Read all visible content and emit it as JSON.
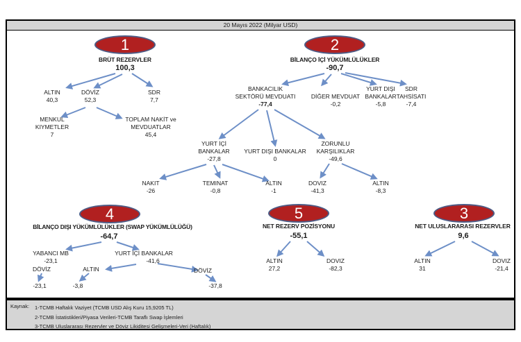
{
  "title_bar": "20 Mayıs 2022 (Milyar USD)",
  "colors": {
    "oval_fill": "#b12020",
    "oval_border": "#4d5c86",
    "arrow": "#6d8fc7",
    "panel_bg": "#d5d5d5",
    "text": "#1b1b1b"
  },
  "sections": [
    {
      "number": "1",
      "title": "BRÜT REZERVLER",
      "value": "100,3",
      "nodes": [
        {
          "label": "ALTIN",
          "value": "40,3"
        },
        {
          "label": "DÖVİZ",
          "value": "52,3"
        },
        {
          "label": "SDR",
          "value": "7,7"
        },
        {
          "label": "MENKUL\nKIYMETLER",
          "value": "7"
        },
        {
          "label": "TOPLAM NAKİT ve\nMEVDUATLAR",
          "value": "45,4"
        }
      ]
    },
    {
      "number": "2",
      "title": "BİLANÇO İÇİ YÜKÜMLÜLÜKLER",
      "value": "-90,7",
      "nodes": [
        {
          "label": "BANKACILIK\nSEKTÖRÜ MEVDUATI",
          "value": "-77,4"
        },
        {
          "label": "DİĞER MEVDUAT",
          "value": "-0,2"
        },
        {
          "label": "YURT DIŞI\nBANKALAR",
          "value": "-5,8"
        },
        {
          "label": "SDR\nTAHSİSATI",
          "value": "-7,4"
        },
        {
          "label": "YURT İÇİ\nBANKALAR",
          "value": "-27,8"
        },
        {
          "label": "YURT DIŞI BANKALAR",
          "value": "0"
        },
        {
          "label": "ZORUNLU\nKARŞILIKLAR",
          "value": "-49,6"
        },
        {
          "label": "NAKIT",
          "value": "-26"
        },
        {
          "label": "TEMINAT",
          "value": "-0,8"
        },
        {
          "label": "ALTIN",
          "value": "-1"
        },
        {
          "label": "DOVIZ",
          "value": "-41,3"
        },
        {
          "label": "ALTIN",
          "value": "-8,3"
        }
      ]
    },
    {
      "number": "4",
      "title": "BİLANÇO DIŞI YÜKÜMLÜLÜKLER (SWAP YÜKÜMLÜLÜĞÜ)",
      "value": "-64,7",
      "nodes": [
        {
          "label": "YABANCI MB",
          "value": "-23,1"
        },
        {
          "label": "YURT İÇİ BANKALAR",
          "value": "-41,6"
        },
        {
          "label": "DÖVİZ",
          "value": "-23,1"
        },
        {
          "label": "ALTIN",
          "value": "-3,8"
        },
        {
          "label": "DÖVİZ",
          "value": "-37,8"
        }
      ]
    },
    {
      "number": "5",
      "title": "NET REZERV POZİSYONU",
      "value": "-55,1",
      "nodes": [
        {
          "label": "ALTIN",
          "value": "27,2"
        },
        {
          "label": "DOVIZ",
          "value": "-82,3"
        }
      ]
    },
    {
      "number": "3",
      "title": "NET ULUSLARARASI REZERVLER",
      "value": "9,6",
      "nodes": [
        {
          "label": "ALTIN",
          "value": "31"
        },
        {
          "label": "DOVIZ",
          "value": "-21,4"
        }
      ]
    }
  ],
  "footer": {
    "label": "Kaynak:",
    "lines": [
      "1-TCMB Haftalık Vaziyet (TCMB USD Alış Kuru 15,9205 TL)",
      "2-TCMB İstatistikleri/Piyasa Verileri-TCMB Taraflı Swap İşlemleri",
      "3-TCMB Uluslararası Rezervler ve Döviz Likiditesi Gelişmeleri-Veri (Haftalık)"
    ]
  }
}
